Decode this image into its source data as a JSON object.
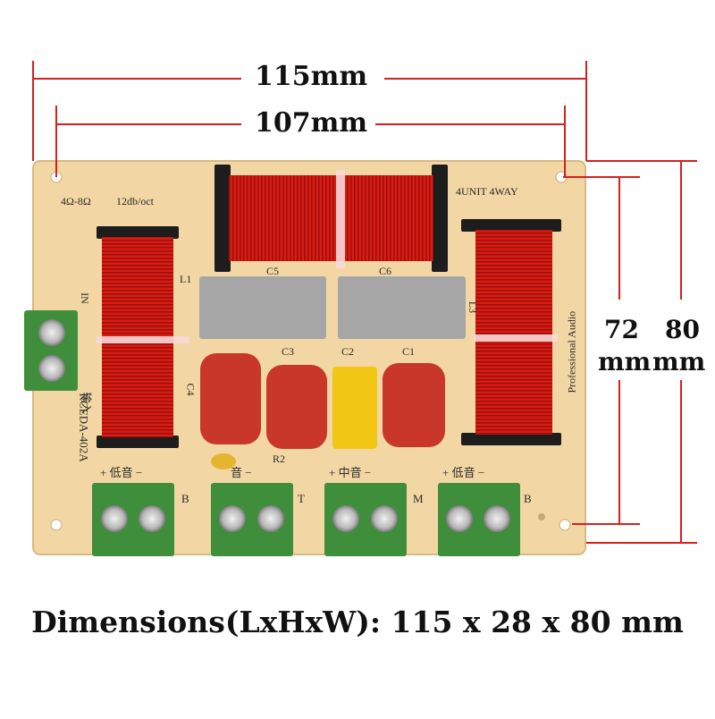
{
  "dimensions": {
    "length_total": "115mm",
    "length_holes": "107mm",
    "height_holes_value": "72",
    "height_holes_unit": "mm",
    "width_total_value": "80",
    "width_total_unit": "mm"
  },
  "caption": {
    "label": "Dimensions(LxHxW):",
    "value": "115 x 28 x 80 mm"
  },
  "board": {
    "impedance": "4Ω-8Ω",
    "slope": "12db/oct",
    "config": "4UNIT 4WAY",
    "brand_side": "Professional Audio",
    "model": "RCEDA-402A",
    "input_label": "IN",
    "input_cn": "输入",
    "labels": {
      "l1": "L1",
      "l3": "L3",
      "c1": "C1",
      "c2": "C2",
      "c3": "C3",
      "c4": "C4",
      "c5": "C5",
      "c6": "C6",
      "r2": "R2"
    },
    "outputs": [
      {
        "cn": "+ 低音 −",
        "letter": "B"
      },
      {
        "cn": "音 −",
        "letter": "T"
      },
      {
        "cn": "+ 中音 −",
        "letter": "M"
      },
      {
        "cn": "+ 低音 −",
        "letter": "B"
      }
    ]
  },
  "colors": {
    "dimension_line": "#d42020",
    "board": "#f2d7a4",
    "coil": "#d81c14",
    "capacitor_red": "#c8372a",
    "capacitor_gray": "#a6a6a6",
    "capacitor_yellow": "#f2c615",
    "terminal": "#3f8e3c"
  }
}
